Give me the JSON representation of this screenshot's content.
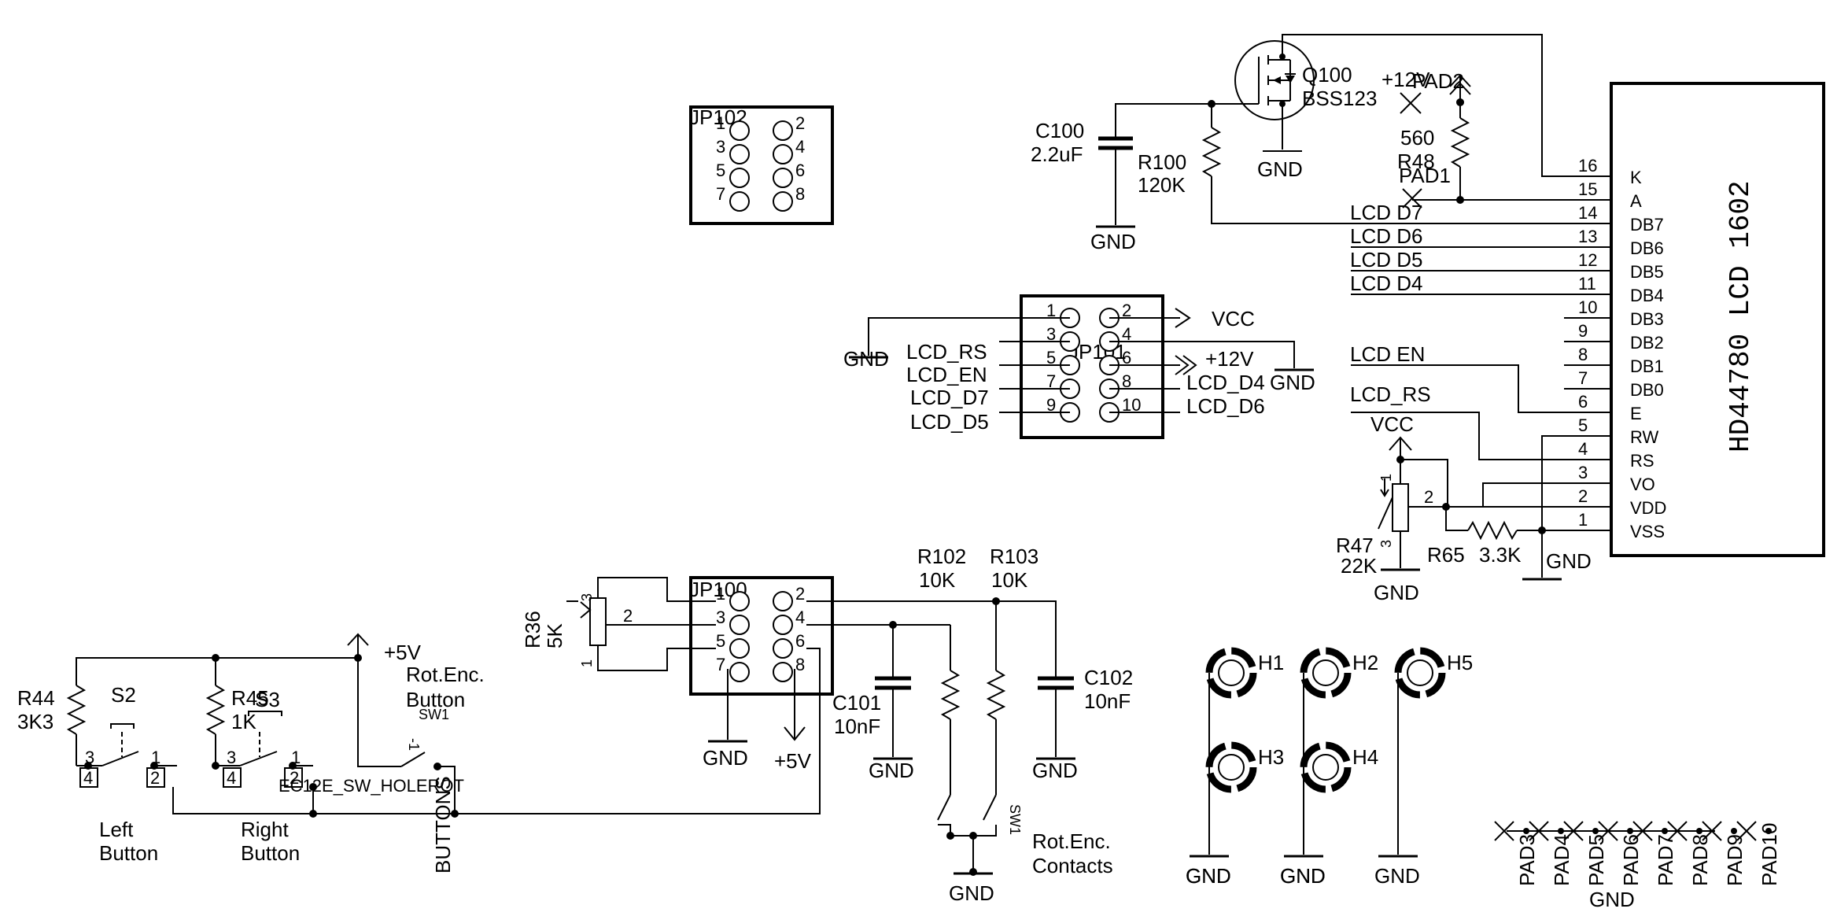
{
  "lcd": {
    "name": "HD44780 LCD 1602",
    "pins": [
      {
        "num": "16",
        "label": "K"
      },
      {
        "num": "15",
        "label": "A"
      },
      {
        "num": "14",
        "label": "DB7"
      },
      {
        "num": "13",
        "label": "DB6"
      },
      {
        "num": "12",
        "label": "DB5"
      },
      {
        "num": "11",
        "label": "DB4"
      },
      {
        "num": "10",
        "label": "DB3"
      },
      {
        "num": "9",
        "label": "DB2"
      },
      {
        "num": "8",
        "label": "DB1"
      },
      {
        "num": "7",
        "label": "DB0"
      },
      {
        "num": "6",
        "label": "E"
      },
      {
        "num": "5",
        "label": "RW"
      },
      {
        "num": "4",
        "label": "RS"
      },
      {
        "num": "3",
        "label": "VO"
      },
      {
        "num": "2",
        "label": "VDD"
      },
      {
        "num": "1",
        "label": "VSS"
      }
    ],
    "nets": {
      "d7": "LCD D7",
      "d6": "LCD D6",
      "d5": "LCD D5",
      "d4": "LCD D4",
      "en": "LCD EN",
      "rs": "LCD_RS"
    }
  },
  "jp102": {
    "name": "JP102",
    "pins": [
      "1",
      "2",
      "3",
      "4",
      "5",
      "6",
      "7",
      "8"
    ]
  },
  "jp101": {
    "name": "JP101",
    "pins": [
      "1",
      "2",
      "3",
      "4",
      "5",
      "6",
      "7",
      "8",
      "9",
      "10"
    ],
    "left": [
      "LCD_RS",
      "LCD_EN",
      "LCD_D7",
      "LCD_D5"
    ],
    "right": [
      "LCD_D4",
      "LCD_D6"
    ]
  },
  "jp100": {
    "name": "JP100",
    "pins": [
      "1",
      "2",
      "3",
      "4",
      "5",
      "6",
      "7",
      "8"
    ]
  },
  "q100": {
    "name": "Q100",
    "value": "BSS123"
  },
  "c100": {
    "name": "C100",
    "value": "2.2uF"
  },
  "r100": {
    "name": "R100",
    "value": "120K"
  },
  "r48": {
    "name": "R48",
    "value": "560"
  },
  "pad1": "PAD1",
  "pad2": "PAD2",
  "r47": {
    "name": "R47",
    "value": "22K",
    "pins": [
      "1",
      "2",
      "3"
    ]
  },
  "r65": {
    "name": "R65",
    "value": "3.3K"
  },
  "r36": {
    "name": "R36",
    "value": "5K",
    "pins": [
      "3",
      "2",
      "1"
    ]
  },
  "r102": {
    "name": "R102",
    "value": "10K"
  },
  "r103": {
    "name": "R103",
    "value": "10K"
  },
  "c101": {
    "name": "C101",
    "value": "10nF"
  },
  "c102": {
    "name": "C102",
    "value": "10nF"
  },
  "r44": {
    "name": "R44",
    "value": "3K3"
  },
  "r45": {
    "name": "R45",
    "value": "1K"
  },
  "s2": {
    "name": "S2",
    "caption1": "Left",
    "caption2": "Button",
    "pins": [
      "3",
      "4",
      "1",
      "2"
    ]
  },
  "s3": {
    "name": "S3",
    "caption1": "Right",
    "caption2": "Button",
    "pins": [
      "3",
      "4",
      "1",
      "2"
    ]
  },
  "sw1_button": {
    "name": "SW1",
    "pin": "-1",
    "part": "EC12E_SW_HOLEROT",
    "caption1": "Rot.Enc.",
    "caption2": "Button"
  },
  "sw1_contacts": {
    "name": "SW1",
    "caption1": "Rot.Enc.",
    "caption2": "Contacts"
  },
  "buttons_net": "BUTTONS",
  "supplies": {
    "vcc": "VCC",
    "p12v": "+12V",
    "p5v": "+5V",
    "gnd": "GND"
  },
  "holes": [
    "H1",
    "H2",
    "H5",
    "H3",
    "H4"
  ],
  "pads": [
    "PAD3",
    "PAD4",
    "PAD5",
    "PAD6",
    "PAD7",
    "PAD8",
    "PAD9",
    "PAD10"
  ]
}
